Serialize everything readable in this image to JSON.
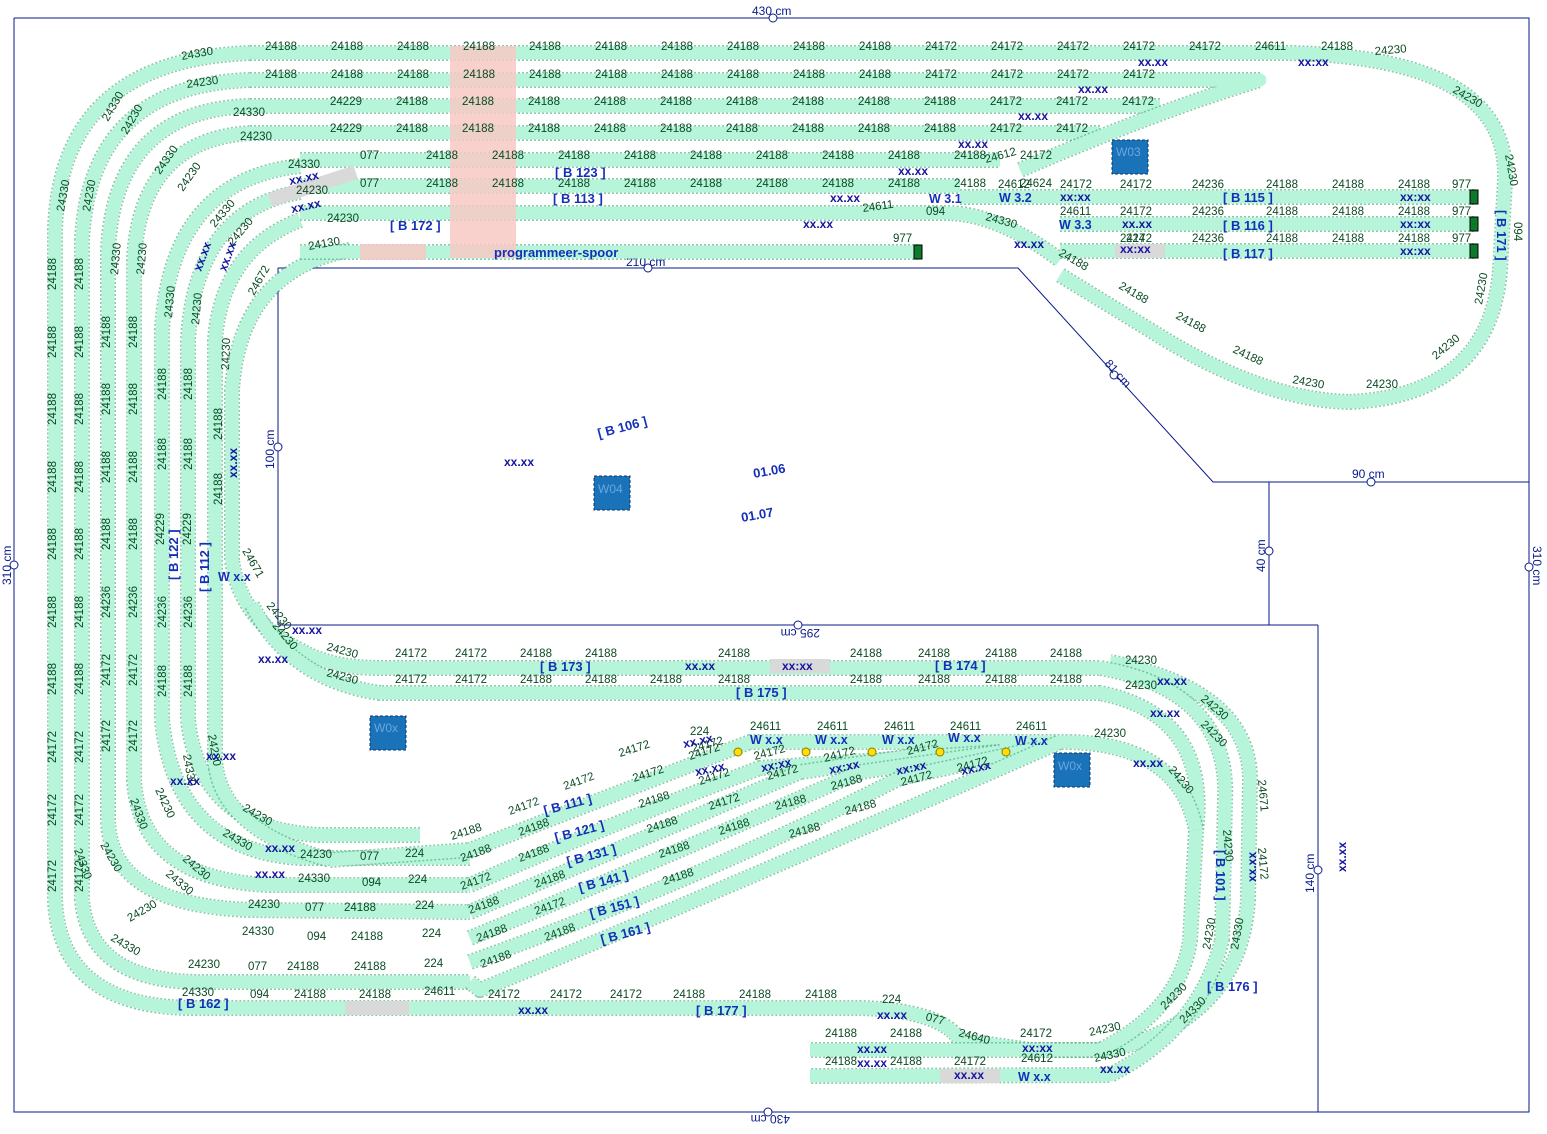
{
  "dimensions": {
    "top": "430 cm",
    "bottom": "430 cm",
    "left": "310 cm",
    "right": "310 cm",
    "inner_top": "210 cm",
    "inner_left": "100 cm",
    "inner_bottom": "295 cm",
    "diagonal": "81 cm",
    "notch_width": "90 cm",
    "notch_height": "40 cm",
    "right_section": "140 cm"
  },
  "blocks": {
    "b123": "[ B 123 ]",
    "b113": "[ B 113 ]",
    "b172": "[ B 172 ]",
    "b115": "[ B 115 ]",
    "b116": "[ B 116 ]",
    "b117": "[ B 117 ]",
    "b171": "[ B 171 ]",
    "b106": "[ B 106 ]",
    "b122": "[ B 122 ]",
    "b112": "[ B 112 ]",
    "b173": "[ B 173 ]",
    "b174": "[ B 174 ]",
    "b175": "[ B 175 ]",
    "b111": "[ B 111 ]",
    "b121": "[ B 121 ]",
    "b131": "[ B 131 ]",
    "b141": "[ B 141 ]",
    "b151": "[ B 151 ]",
    "b161": "[ B 161 ]",
    "b101": "[ B 101 ]",
    "b176": "[ B 176 ]",
    "b162": "[ B 162 ]",
    "b177": "[ B 177 ]"
  },
  "labels": {
    "programming_track": "programmeer-spoor",
    "xx": "xx.xx",
    "xx_colon": "xx:xx",
    "v0106": "01.06",
    "v0107": "01.07"
  },
  "switches": {
    "w31": "W 3.1",
    "w32": "W 3.2",
    "w33": "W 3.3",
    "wxx": "W x.x"
  },
  "boxes": {
    "w03": "W03",
    "w04": "W04",
    "w0x": "W0x"
  },
  "track_numbers": {
    "n24188": "24188",
    "n24172": "24172",
    "n24330": "24330",
    "n24230": "24230",
    "n24229": "24229",
    "n24236": "24236",
    "n24611": "24611",
    "n24612": "24612",
    "n24624": "24624",
    "n24672": "24672",
    "n24671": "24671",
    "n24640": "24640",
    "n24130": "24130",
    "n077": "077",
    "n094": "094",
    "n977": "977",
    "n224": "224"
  },
  "top_rows": [
    [
      "24188",
      "24188",
      "24188",
      "24188",
      "24188",
      "24188",
      "24188",
      "24188",
      "24188",
      "24188",
      "24172",
      "24172",
      "24172",
      "24172",
      "24172",
      "24611",
      "24188"
    ],
    [
      "24188",
      "24188",
      "24188",
      "24188",
      "24188",
      "24188",
      "24188",
      "24188",
      "24188",
      "24188",
      "24172",
      "24172",
      "24172",
      "24172"
    ],
    [
      "24229",
      "24188",
      "24188",
      "24188",
      "24188",
      "24188",
      "24188",
      "24188",
      "24188",
      "24188",
      "24172",
      "24172",
      "24172"
    ],
    [
      "24229",
      "24188",
      "24188",
      "24188",
      "24188",
      "24188",
      "24188",
      "24188",
      "24188",
      "24188",
      "24172",
      "24172"
    ],
    [
      "077",
      "24188",
      "24188",
      "24188",
      "24188",
      "24188",
      "24188",
      "24188",
      "24188",
      "24188",
      "24172"
    ],
    [
      "077",
      "24188",
      "24188",
      "24188",
      "24188",
      "24188",
      "24188",
      "24188",
      "24188",
      "24188",
      "24624"
    ]
  ],
  "right_rows": [
    [
      "24612",
      "24172",
      "24172",
      "24236",
      "24188",
      "24188",
      "24188",
      "977"
    ],
    [
      "24611",
      "24172",
      "24236",
      "24188",
      "24188",
      "24188",
      "977"
    ],
    [
      "224",
      "24172",
      "24236",
      "24188",
      "24188",
      "24188",
      "977"
    ]
  ],
  "colors": {
    "track": "#b7f5db",
    "track_edge": "#2e9e6a",
    "occupied": "#f7c9c4",
    "light_pink": "#fce8ee",
    "grey": "#d9d9d9",
    "dim_line": "#0a1a8c",
    "box": "#1a73b8"
  },
  "icons": [
    "dimension-node",
    "signal-buffer-icon",
    "feedback-contact-dot"
  ]
}
